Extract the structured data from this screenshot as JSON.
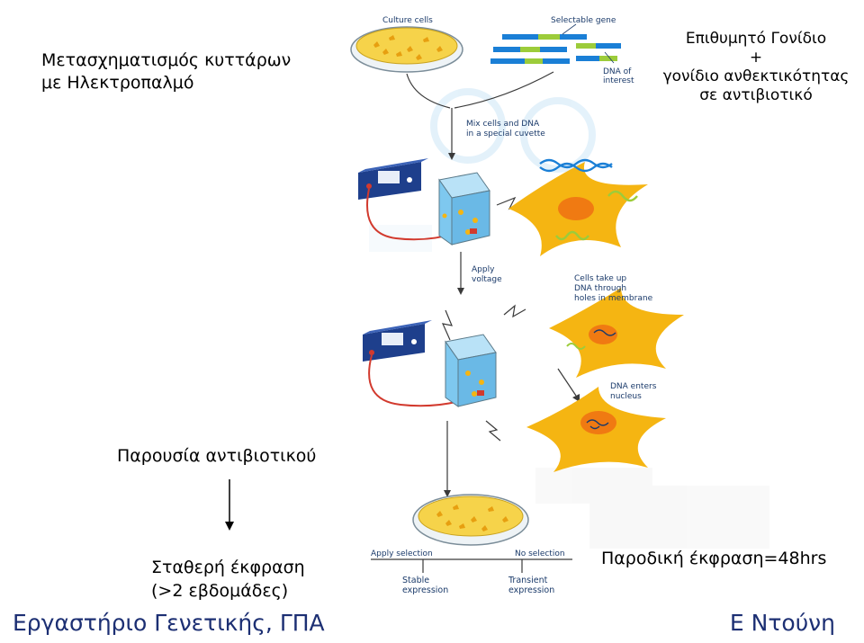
{
  "title": {
    "line1": "Μετασχηματισμός κυττάρων",
    "line2": "με Ηλεκτροπαλμό"
  },
  "gene_note": {
    "line1": "Επιθυμητό Γονίδιο",
    "line2": "+",
    "line3": "γονίδιο ανθεκτικότητας",
    "line4": "σε αντιβιοτικό"
  },
  "diagram": {
    "culture_cells": "Culture cells",
    "selectable_gene": "Selectable gene",
    "dna_interest_1": "DNA of",
    "dna_interest_2": "interest",
    "mix_1": "Mix cells and DNA",
    "mix_2": "in a special cuvette",
    "apply_1": "Apply",
    "apply_2": "voltage",
    "take_up_1": "Cells take up",
    "take_up_2": "DNA through",
    "take_up_3": "holes in membrane",
    "enters_1": "DNA enters",
    "enters_2": "nucleus",
    "apply_selection": "Apply selection",
    "no_selection": "No selection",
    "stable_1": "Stable",
    "stable_2": "expression",
    "transient_1": "Transient",
    "transient_2": "expression"
  },
  "selection_label": "Παρουσία αντιβιοτικού",
  "stable_note": {
    "line1": "Σταθερή έκφραση",
    "line2": "(>2 εβδομάδες)"
  },
  "transient_note": "Παροδική έκφραση=48hrs",
  "footer": {
    "left": "Εργαστήριο Γενετικής, ΓΠΑ",
    "right": "Ε Ντούνη"
  },
  "colors": {
    "cell": "#f5b512",
    "nucleus": "#f07a12",
    "cuvette": "#7ec8ef",
    "device": "#1e3f8c",
    "wire": "#d23a2e",
    "gene_blue": "#1a7fd6",
    "gene_green": "#9ccc3a",
    "label": "#1a3a6a"
  }
}
